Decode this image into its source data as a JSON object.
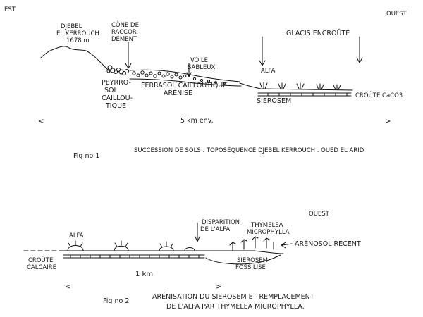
{
  "fig1": {
    "est": "EST",
    "ouest": "OUEST",
    "djebel_line1": "DJEBEL",
    "djebel_line2": "EL KERROUCH",
    "djebel_alt": "1678 m",
    "cone_line1": "CÔNE DE",
    "cone_line2": "RACCOR.",
    "cone_line3": "DEMENT",
    "glacis": "GLACIS ENCROÛTÉ",
    "voile_line1": "VOILE",
    "voile_line2": "SABLEUX",
    "alfa": "ALFA",
    "peyro_line1": "PEYRRO-",
    "peyro_line2": "SOL",
    "peyro_line3": "CAILLOU-",
    "peyro_line4": "TIQUE",
    "ferrasol_line1": "FERRASOL CAILLOUTIQUE",
    "ferrasol_line2": "ARÉNISÉ",
    "sierosem": "SIEROSEM",
    "croute": "CROÛTE CaCO3",
    "scale": "5 km env.",
    "caption_num": "Fig no 1",
    "caption": "SUCCESSION DE SOLS . TOPOSÉQUENCE  DJEBEL KERROUCH . OUED EL ARID"
  },
  "fig2": {
    "ouest": "OUEST",
    "alfa": "ALFA",
    "dispar_line1": "DISPARITION",
    "dispar_line2": "DE L'ALFA",
    "thymelea_line1": "THYMELEA",
    "thymelea_line2": "MICROPHYLLA",
    "arenosol": "ARÉNOSOL RÉCENT",
    "croute_line1": "CROÛTE",
    "croute_line2": "CALCAIRE",
    "sierosem_line1": "SIEROSEM",
    "sierosem_line2": "FOSSILISÉ",
    "scale": "1 km",
    "caption_num": "Fig no 2",
    "caption_line1": "ARÉNISATION DU SIEROSEM ET REMPLACEMENT",
    "caption_line2": "DE L'ALFA PAR THYMELEA MICROPHYLLA."
  }
}
